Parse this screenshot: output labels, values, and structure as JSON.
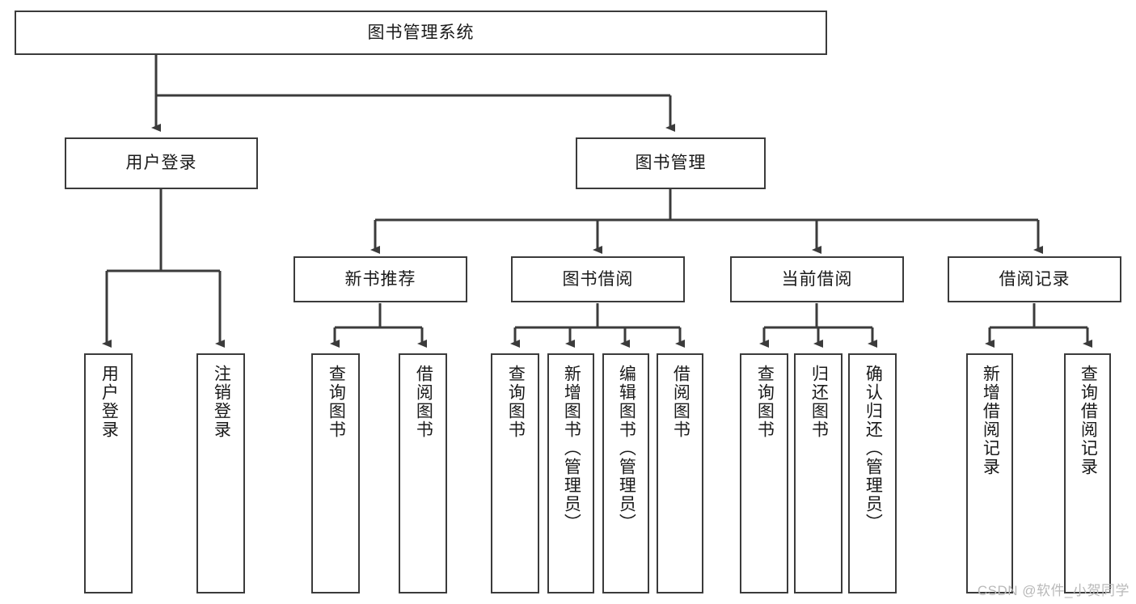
{
  "diagram": {
    "title_node": {
      "label": "图书管理系统"
    },
    "level2": [
      {
        "id": "user-login",
        "label": "用户登录"
      },
      {
        "id": "book-manage",
        "label": "图书管理"
      }
    ],
    "level3": [
      {
        "id": "new-book-recommend",
        "label": "新书推荐"
      },
      {
        "id": "book-borrow",
        "label": "图书借阅"
      },
      {
        "id": "current-borrow",
        "label": "当前借阅"
      },
      {
        "id": "borrow-record",
        "label": "借阅记录"
      }
    ],
    "leaves": [
      {
        "id": "leaf-user-login",
        "label": "用户登录"
      },
      {
        "id": "leaf-logout-login",
        "label": "注销登录"
      },
      {
        "id": "leaf-query-book-1",
        "label": "查询图书"
      },
      {
        "id": "leaf-borrow-book-1",
        "label": "借阅图书"
      },
      {
        "id": "leaf-query-book-2",
        "label": "查询图书"
      },
      {
        "id": "leaf-add-book",
        "label": "新增图书（管理员）"
      },
      {
        "id": "leaf-edit-book",
        "label": "编辑图书（管理员）"
      },
      {
        "id": "leaf-borrow-book-2",
        "label": "借阅图书"
      },
      {
        "id": "leaf-query-book-3",
        "label": "查询图书"
      },
      {
        "id": "leaf-return-book",
        "label": "归还图书"
      },
      {
        "id": "leaf-confirm-return",
        "label": "确认归还（管理员）"
      },
      {
        "id": "leaf-add-borrow-record",
        "label": "新增借阅记录"
      },
      {
        "id": "leaf-query-borrow-record",
        "label": "查询借阅记录"
      }
    ],
    "colors": {
      "stroke": "#3b3b3b",
      "text": "#1a1a1a",
      "background": "#ffffff",
      "watermark": "#b9b9b9"
    }
  },
  "watermark": {
    "text": "CSDN @软件_小贺同学"
  }
}
